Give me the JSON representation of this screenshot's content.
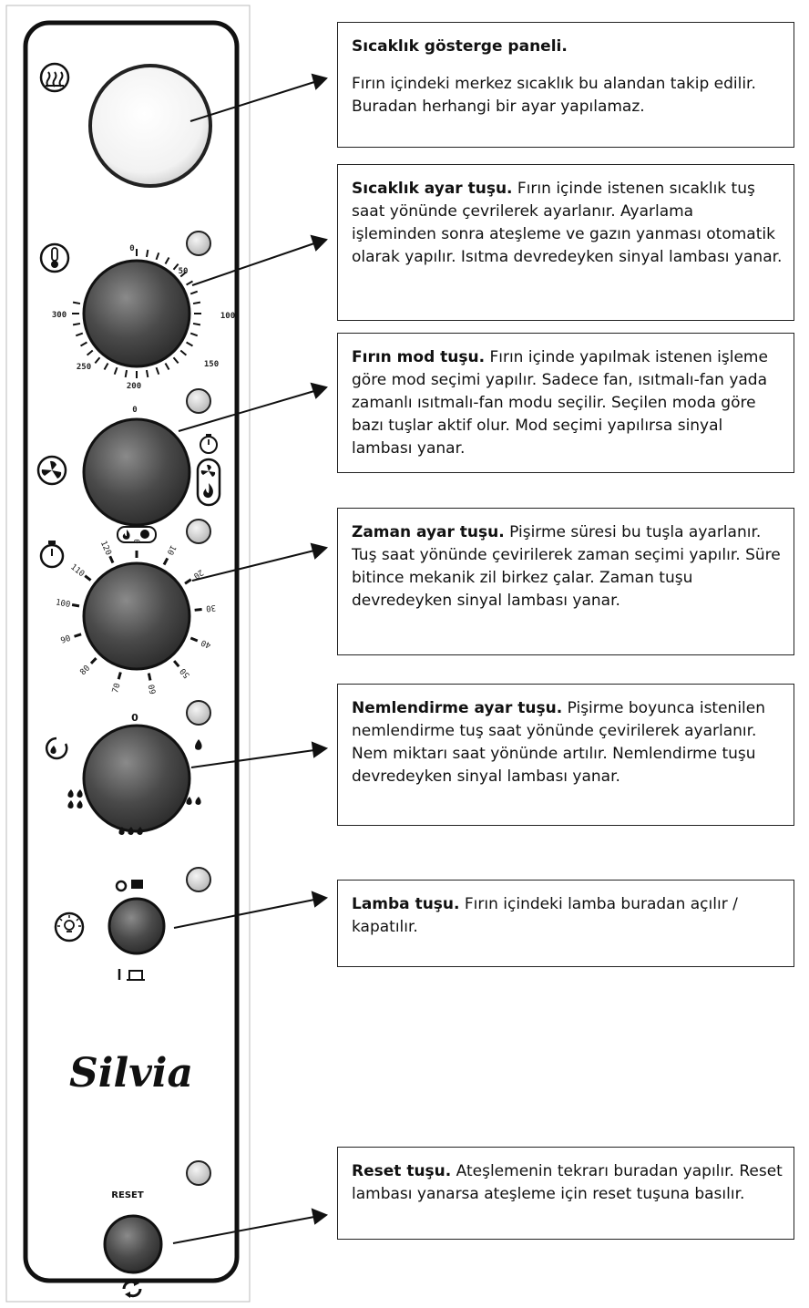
{
  "panel": {
    "temp_dial_labels": [
      "0",
      "50",
      "100",
      "150",
      "200",
      "250",
      "300"
    ],
    "mode_dial_label": "0",
    "timer_dial_labels": [
      "0",
      "10",
      "20",
      "30",
      "40",
      "50",
      "60",
      "70",
      "80",
      "90",
      "100",
      "110",
      "120"
    ],
    "humid_dial_label": "0",
    "brand": "Silvia",
    "reset_label": "RESET"
  },
  "callouts": {
    "temp_display": {
      "title": "Sıcaklık gösterge paneli.",
      "body": "Fırın içindeki merkez sıcaklık bu alandan takip edilir. Buradan herhangi bir ayar yapılamaz."
    },
    "temp_set": {
      "title": "Sıcaklık ayar tuşu.",
      "body": " Fırın içinde istenen sıcaklık tuş saat yönünde çevrilerek ayarlanır. Ayarlama işleminden sonra ateşleme ve gazın yanması otomatik olarak yapılır. Isıtma devredeyken sinyal lambası yanar."
    },
    "mode": {
      "title": "Fırın mod tuşu.",
      "body": " Fırın içinde yapılmak istenen işleme göre mod seçimi yapılır. Sadece fan, ısıtmalı-fan yada zamanlı ısıtmalı-fan modu seçilir. Seçilen moda göre bazı tuşlar aktif olur. Mod seçimi yapılırsa sinyal lambası yanar."
    },
    "timer": {
      "title": "Zaman ayar tuşu.",
      "body": " Pişirme süresi bu tuşla ayarlanır. Tuş saat yönünde çevirilerek zaman seçimi yapılır. Süre bitince mekanik zil birkez çalar. Zaman tuşu devredeyken sinyal lambası yanar."
    },
    "humid": {
      "title": "Nemlendirme ayar tuşu.",
      "body": " Pişirme boyunca istenilen nemlendirme tuş saat yönünde çevirilerek ayarlanır. Nem miktarı saat yönünde artılır. Nemlendirme tuşu devredeyken sinyal lambası yanar."
    },
    "lamp": {
      "title": "Lamba tuşu.",
      "body": " Fırın içindeki lamba buradan açılır / kapatılır."
    },
    "reset": {
      "title": "Reset tuşu.",
      "body": " Ateşlemenin tekrarı buradan yapılır. Reset lambası yanarsa ateşleme için reset tuşuna basılır."
    }
  }
}
